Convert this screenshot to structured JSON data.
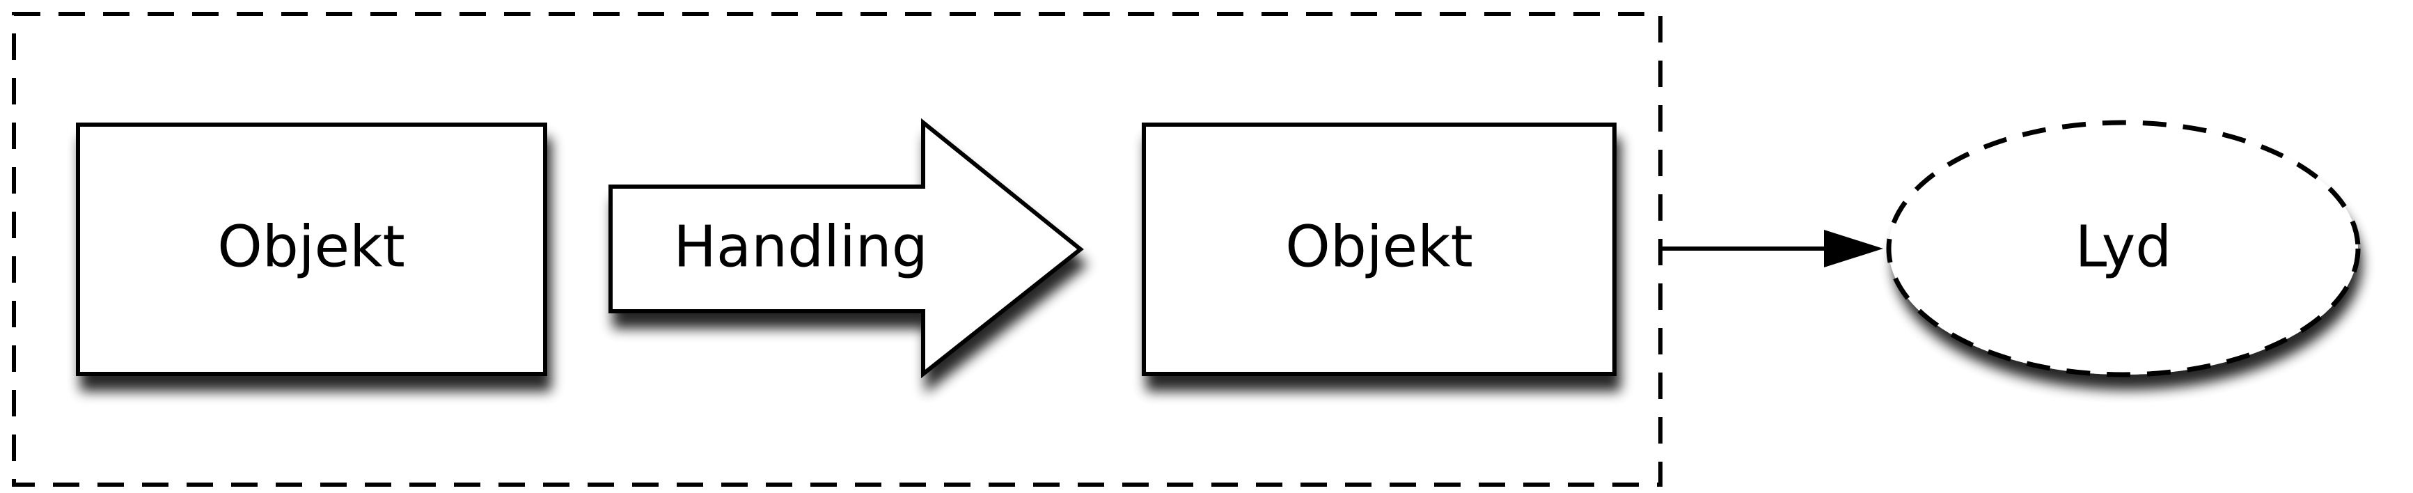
{
  "diagram": {
    "nodes": {
      "object_left": "Objekt",
      "action": "Handling",
      "object_right": "Objekt",
      "sound": "Lyd"
    },
    "colors": {
      "stroke": "#000000",
      "fill": "#ffffff",
      "shadow": "#333333"
    }
  }
}
